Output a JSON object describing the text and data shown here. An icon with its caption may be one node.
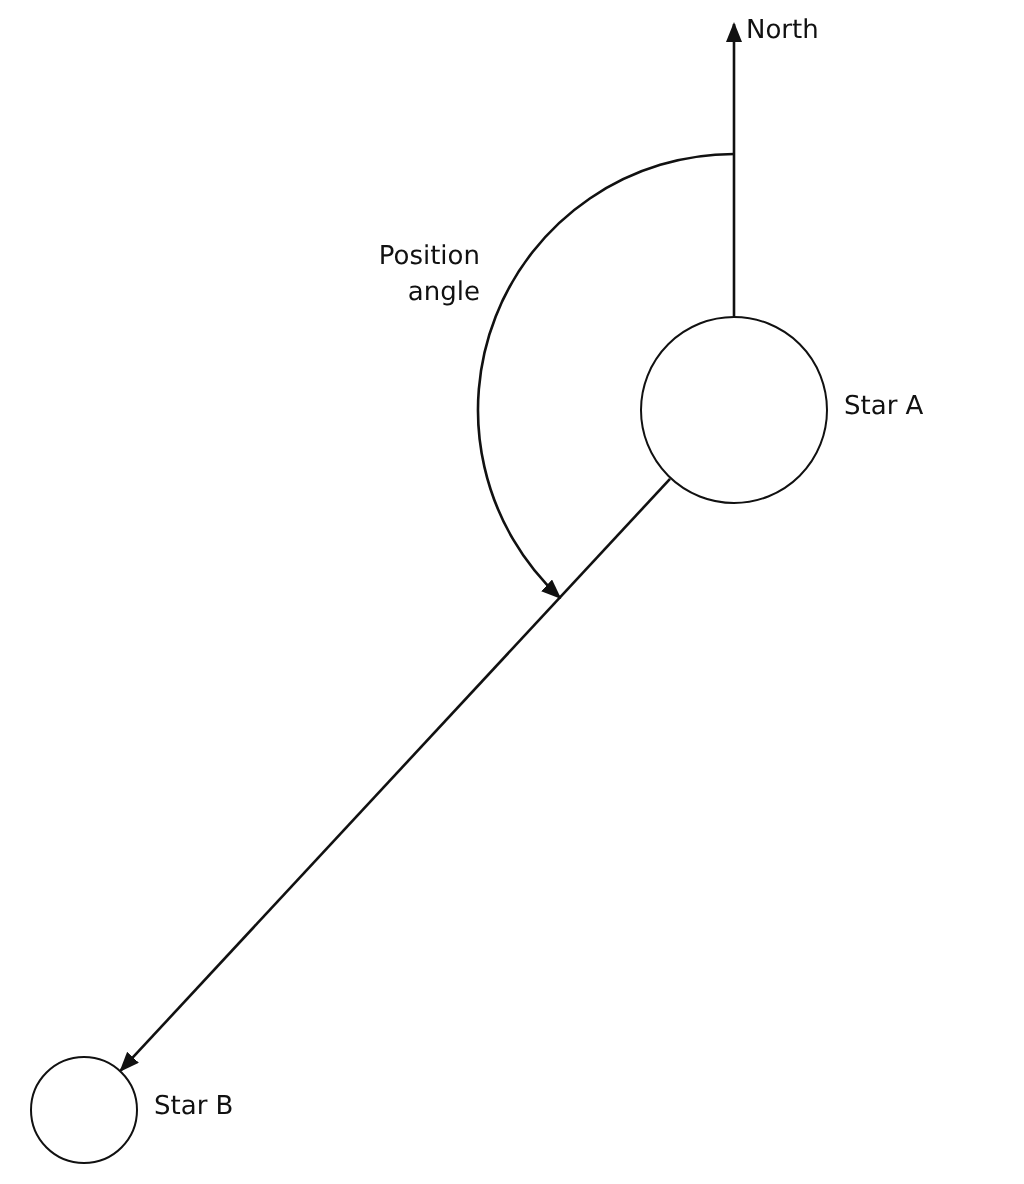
{
  "diagram": {
    "nodes": [
      {
        "text": [
          "Star A"
        ]
      },
      {
        "text": [
          "Star B"
        ]
      }
    ],
    "edges": [
      {
        "from": 0,
        "to": 1,
        "arrow": "to"
      }
    ],
    "labels": [
      "North",
      "Position angle"
    ]
  }
}
